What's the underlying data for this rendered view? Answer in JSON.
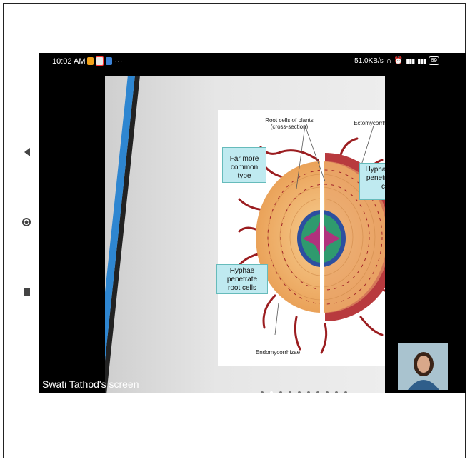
{
  "status": {
    "time": "10:02 AM",
    "more": "···",
    "speed": "51.0KB/s",
    "battery": "69"
  },
  "slide": {
    "labels": {
      "root_cells": "Root cells of plants\n(cross-section)",
      "ectomycorrhizae": "Ectomycorrhizae",
      "far_more_common": "Far more\ncommon type",
      "hyphae_do_not": "Hyphae do not\npenetrate root\ncells",
      "hyphae_penetrate": "Hyphae penetrate\nroot cells",
      "endomycorrhizae": "Endomycorrhizae"
    },
    "page_count": 10,
    "active_page": 2
  },
  "share": {
    "caption": "Swati Tathod's screen"
  },
  "colors": {
    "accent_blue": "#2e86d1",
    "callout_bg": "#bfeaf0",
    "hyphae_red": "#9b1d20",
    "cortex_orange": "#f2b870"
  }
}
